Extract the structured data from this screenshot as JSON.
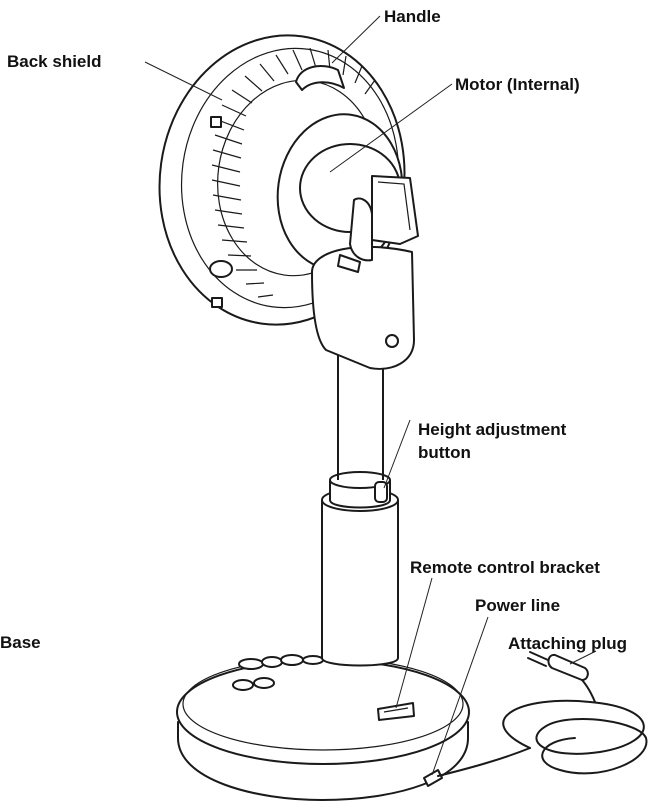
{
  "labels": {
    "handle": "Handle",
    "back_shield": "Back shield",
    "motor": "Motor (Internal)",
    "height_adjustment": "Height adjustment",
    "height_adjustment_2": "button",
    "remote_bracket": "Remote control bracket",
    "power_line": "Power line",
    "attaching_plug": "Attaching plug",
    "base": "Base"
  }
}
